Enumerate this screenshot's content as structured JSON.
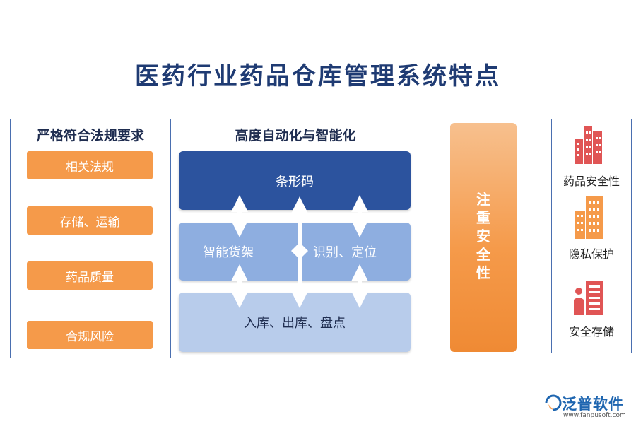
{
  "title": "医药行业药品仓库管理系统特点",
  "left_panel": {
    "title": "严格符合法规要求",
    "items": [
      "相关法规",
      "存储、运输",
      "药品质量",
      "合规风险"
    ]
  },
  "middle_panel": {
    "title": "高度自动化与智能化",
    "barcode": "条形码",
    "smart_shelf": "智能货架",
    "identify": "识别、定位",
    "warehouse_ops": "入库、出库、盘点"
  },
  "center_bar": {
    "chars": [
      "注",
      "重",
      "安",
      "全",
      "性"
    ]
  },
  "features": [
    {
      "label": "药品安全性",
      "icon": "tall-buildings-icon"
    },
    {
      "label": "隐私保护",
      "icon": "office-building-icon"
    },
    {
      "label": "安全存储",
      "icon": "person-building-icon"
    }
  ],
  "logo": {
    "name": "泛普软件",
    "url": "www.fanpusoft.com"
  },
  "colors": {
    "orange": "#f59a4a",
    "dark_blue": "#2c539e",
    "mid_blue": "#8eaee0",
    "light_blue": "#b8cceb",
    "red_icon": "#e05555",
    "orange_icon": "#f59a4a",
    "title_blue": "#1f3b73"
  }
}
